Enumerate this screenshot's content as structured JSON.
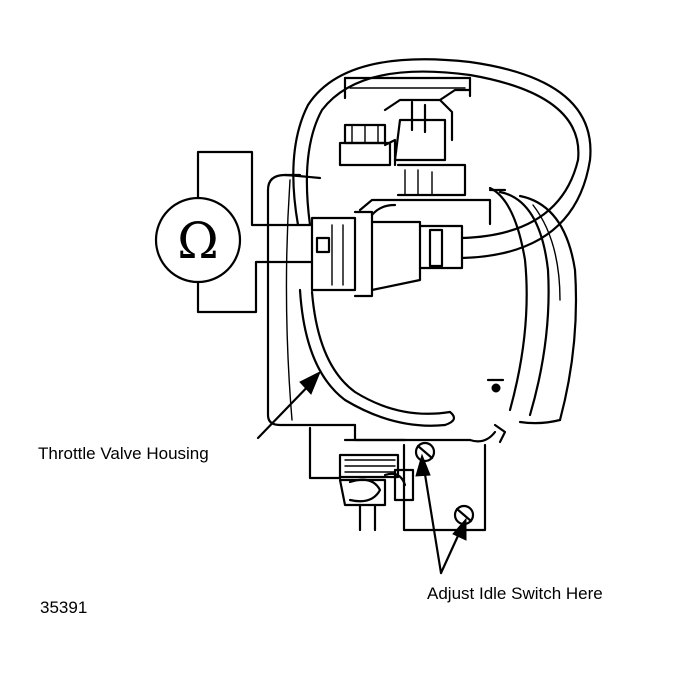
{
  "figure": {
    "figure_number": "35391",
    "labels": {
      "throttle_housing": "Throttle Valve Housing",
      "adjust_idle": "Adjust Idle Switch Here"
    },
    "meter_symbol": "Ω"
  },
  "colors": {
    "ink": "#000000",
    "paper": "#ffffff"
  }
}
